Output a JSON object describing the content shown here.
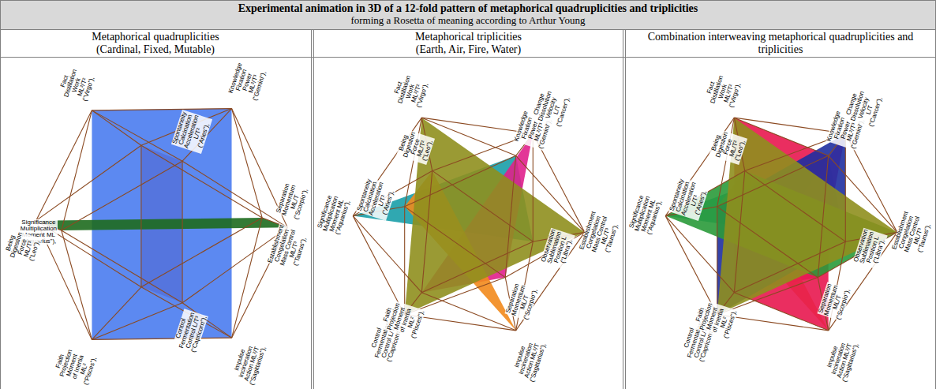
{
  "diagram": {
    "nodes": [
      {
        "text": [
          "Experimental animation in 3D of a 12-fold pattern of metaphorical quadruplicities and triplicities",
          "forming a Rosetta of meaning according to Arthur Young"
        ]
      },
      {
        "text": [
          "Metaphorical quadruplicities",
          "(Cardinal, Fixed, Mutable)"
        ]
      },
      {
        "text": [
          "Metaphorical triplicities",
          "(Earth, Air, Fire, Water)"
        ]
      },
      {
        "text": [
          "Combination interweaving metaphorical quadruplicities and triplicities"
        ]
      }
    ],
    "labels": [
      "Fact Distillation Work ML²/T² (\"Virgo\"),",
      "Spontaneity Calcination Acceleration L/T² (\"Aries\"),",
      "Knowledge Fixation Power ML²/T³ (\"Gemini\"),",
      "Significance Multiplication Moment ML (\"Aquarius\"),",
      "Being Digestion Force ML/T² (\"Leo\"),",
      "Separation Momentum ML/T (\"Scorpio\"),",
      "Establishment Congelation Mass Control ML/T³ (\"Taurus\"),",
      "Control Fermentation Control L/T³ (\"Capricorn\"),",
      "Faith Projection Moment of Inertia ML² (\"Pisces\"),",
      "Impulse Incineration Action ML²/T (\"Sagittarius\"),",
      "Spontaneity Calcination Acceleration L/T² (\"Aries\"),",
      "Knowledge Fixation Power ML²/T³ (\"Gemini\"),",
      "Fact Distillation Work ML²/T² (\"Virgo\"),",
      "Separation Momentum ML/T (\"Scorpio\"),",
      "Control Fermentation Control L/T³ (\"Capricorn\"),",
      "Establishment Congelation Mass Control ML/T³ (\"Taurus\"),",
      "Change Dissolution Velocity L/T (\"Cancer\"),",
      "Being Digestion Force ML/T² (\"Leo\"),",
      "Faith Projection Moment of Inertia ML² (\"Pisces\"),",
      "Significance Multiplication Moment ML (\"Aquarius\"),",
      "Impulse Incineration Action ML²/T (\"Sagittarius\"),",
      "Observation Sublimation Position L (\"Libra\"),",
      "Spontaneity Calcination Acceleration L/T² (\"Aries\"),",
      "Knowledge Fixation Power ML²/T³ (\"Gemini\"),",
      "Fact Distillation Work ML²/T² (\"Virgo\"),",
      "Separation Momentum ML/T (\"Scorpio\"),",
      "Control Fermentation Control L/T³ (\"Capricorn\"),",
      "Establishment Congelation Mass Control ML/T³ (\"Taurus\"),",
      "Change Dissolution Velocity L/T (\"Cancer\"),",
      "Being Digestion Force ML/T² (\"Leo\"),",
      "Faith Projection Moment of Inertia ML² (\"Pisces\"),",
      "Significance Multiplication Moment ML (\"Aquarius\"),",
      "Impulse Incineration Action ML²/T (\"Sagittarius\"),",
      "Observation Sublimation Position L (\"Libra\"),"
    ]
  }
}
